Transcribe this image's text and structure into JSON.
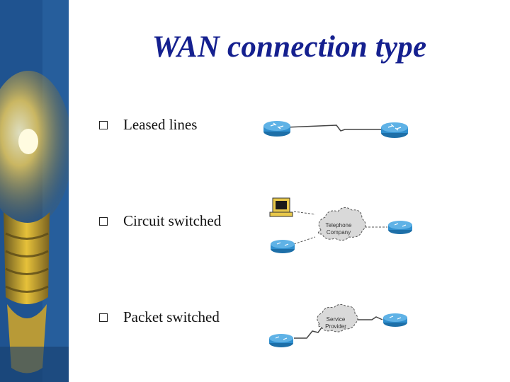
{
  "slide": {
    "title": "WAN connection type",
    "bullets": [
      {
        "label": "Leased lines"
      },
      {
        "label": "Circuit switched"
      },
      {
        "label": "Packet switched"
      }
    ]
  },
  "diagrams": {
    "circuit_switched": {
      "cloud_label_line1": "Telephone",
      "cloud_label_line2": "Company"
    },
    "packet_switched": {
      "cloud_label_line1": "Service",
      "cloud_label_line2": "Provider"
    }
  },
  "colors": {
    "title": "#15208f",
    "router": "#2f8fcf",
    "sidebar": "#1d4f86"
  },
  "icons": [
    "lightbulb-image",
    "router-icon",
    "computer-icon",
    "cloud-icon"
  ]
}
